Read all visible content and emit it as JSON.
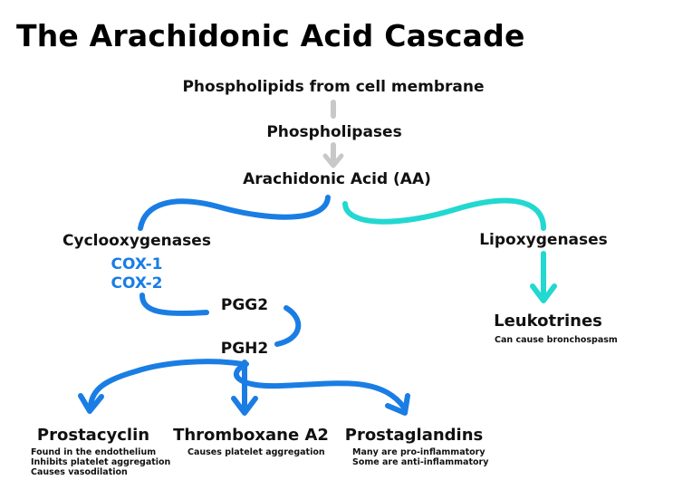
{
  "title": "The Arachidonic Acid Cascade",
  "nodes": {
    "phospholipids": "Phospholipids from cell membrane",
    "phospholipases": "Phospholipases",
    "arachidonic_acid": "Arachidonic Acid (AA)",
    "cyclooxygenases": "Cyclooxygenases",
    "cox1": "COX-1",
    "cox2": "COX-2",
    "lipoxygenases": "Lipoxygenases",
    "pgg2": "PGG2",
    "pgh2": "PGH2",
    "leukotrines": "Leukotrines",
    "prostacyclin": "Prostacyclin",
    "thromboxane": "Thromboxane A2",
    "prostaglandins": "Prostaglandins"
  },
  "notes": {
    "leukotrines": [
      "Can cause bronchospasm"
    ],
    "prostacyclin": [
      "Found in the endothelium",
      "Inhibits platelet aggregation",
      "Causes vasodilation"
    ],
    "thromboxane": [
      "Causes platelet aggregation"
    ],
    "prostaglandins": [
      "Many are pro-inflammatory",
      "Some are anti-inflammatory"
    ]
  },
  "colors": {
    "cox_arrow": "#1a7de4",
    "lox_arrow": "#22d8d0",
    "gray_arrow": "#c8c8c8",
    "enzyme_text": "#1a7de4"
  }
}
